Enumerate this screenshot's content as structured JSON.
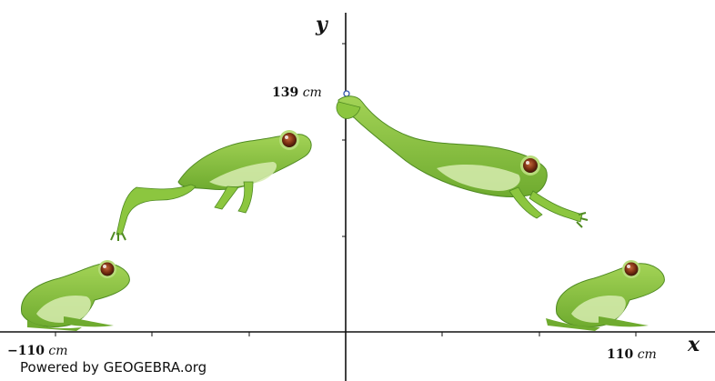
{
  "diagram": {
    "axes": {
      "x_label": "x",
      "y_label": "y"
    },
    "labels": {
      "peak": {
        "value": "139",
        "unit": "cm"
      },
      "left": {
        "value": "−110",
        "unit": "cm"
      },
      "right": {
        "value": "110",
        "unit": "cm"
      }
    },
    "credit": "Powered by GEOGEBRA.org",
    "colors": {
      "frog_body": "#8cc63f",
      "frog_light": "#d7ecb0",
      "frog_dark": "#5f9a2a",
      "eye": "#8a3a1a",
      "axis": "#111111",
      "point": "#3355aa"
    }
  }
}
